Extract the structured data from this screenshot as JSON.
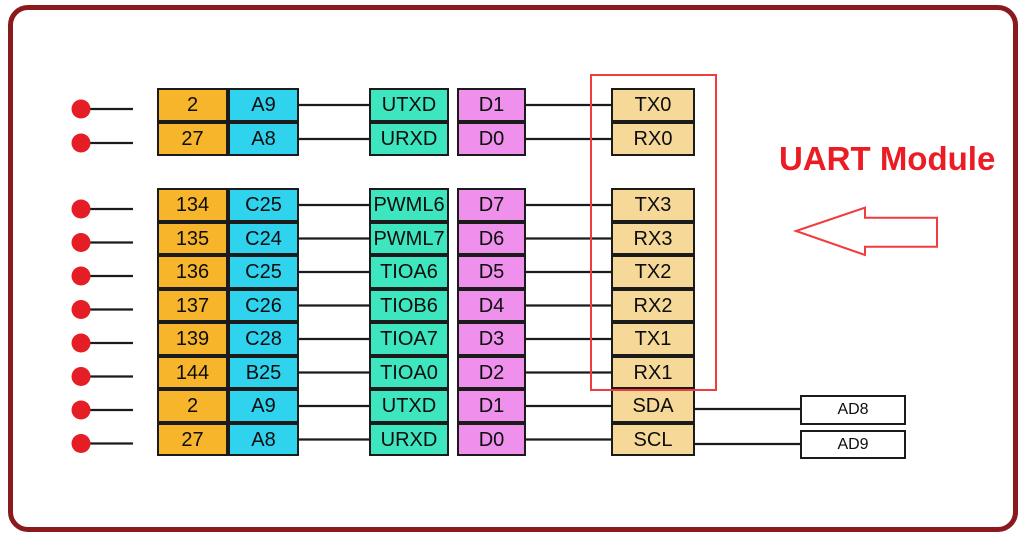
{
  "diagram_title": "UART Module",
  "rows": [
    {
      "pin": "2",
      "ball": "A9",
      "signal": "UTXD",
      "data_bit": "D1",
      "uart": "TX0"
    },
    {
      "pin": "27",
      "ball": "A8",
      "signal": "URXD",
      "data_bit": "D0",
      "uart": "RX0"
    },
    {
      "pin": "134",
      "ball": "C25",
      "signal": "PWML6",
      "data_bit": "D7",
      "uart": "TX3"
    },
    {
      "pin": "135",
      "ball": "C24",
      "signal": "PWML7",
      "data_bit": "D6",
      "uart": "RX3"
    },
    {
      "pin": "136",
      "ball": "C25",
      "signal": "TIOA6",
      "data_bit": "D5",
      "uart": "TX2"
    },
    {
      "pin": "137",
      "ball": "C26",
      "signal": "TIOB6",
      "data_bit": "D4",
      "uart": "RX2"
    },
    {
      "pin": "139",
      "ball": "C28",
      "signal": "TIOA7",
      "data_bit": "D3",
      "uart": "TX1"
    },
    {
      "pin": "144",
      "ball": "B25",
      "signal": "TIOA0",
      "data_bit": "D2",
      "uart": "RX1"
    },
    {
      "pin": "2",
      "ball": "A9",
      "signal": "UTXD",
      "data_bit": "D1",
      "uart": "SDA"
    },
    {
      "pin": "27",
      "ball": "A8",
      "signal": "URXD",
      "data_bit": "D0",
      "uart": "SCL"
    }
  ],
  "ad_boxes": [
    {
      "label": "AD8"
    },
    {
      "label": "AD9"
    }
  ],
  "icons": {
    "left_arrow": "left-arrow-outline",
    "pin_dot": "red-pin-dot"
  },
  "colors": {
    "pin_fill": "#F7B52C",
    "ball_fill": "#2FD3EE",
    "signal_fill": "#3DE6BE",
    "data_fill": "#EE90EC",
    "uart_fill": "#F6D998",
    "highlight_red": "#F23B3B",
    "title_red": "#EC1C24",
    "dot_red": "#E51E25",
    "frame_maroon": "#8B1A1E"
  }
}
